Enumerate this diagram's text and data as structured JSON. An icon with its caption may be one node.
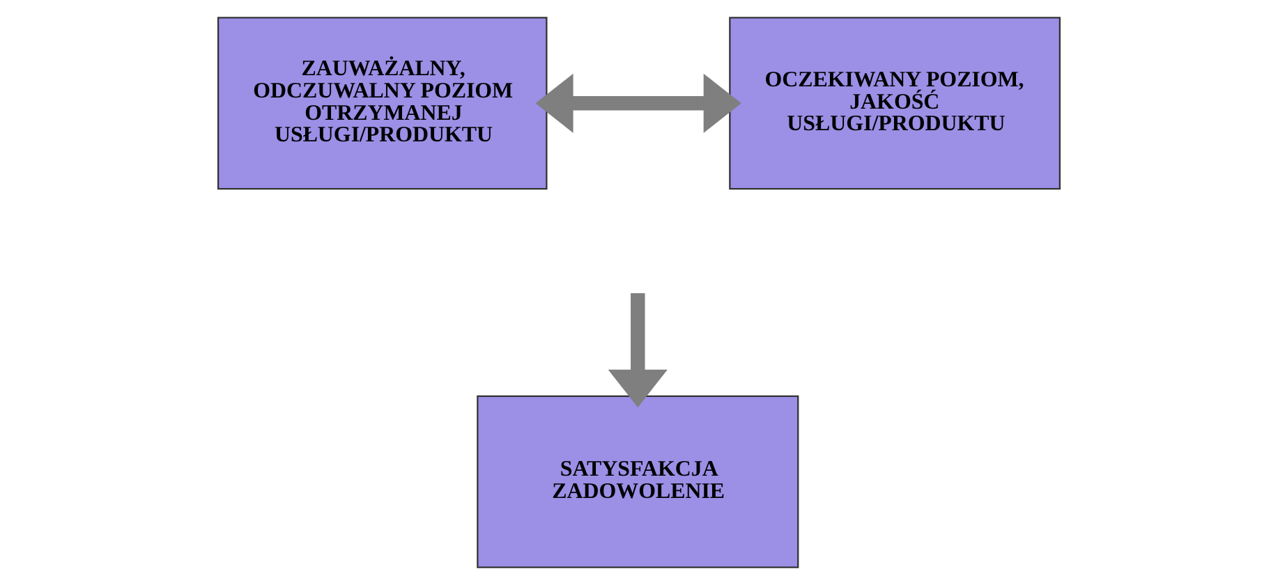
{
  "diagram": {
    "nodes": [
      {
        "text": [
          "ZAUWAŻALNY, ODCZUWALNY POZIOM OTRZYMANEJ USŁUGI/PRODUKTU"
        ]
      },
      {
        "text": [
          "OCZEKIWANY POZIOM, JAKOŚĆ USŁUGI/PRODUKTU"
        ]
      },
      {
        "text": [
          "SATYSFAKCJA ZADOWOLENIE"
        ]
      }
    ],
    "edges": [
      {
        "from": 0,
        "to": 1,
        "arrow": "both"
      },
      {
        "from": null,
        "to": 2,
        "arrow": "to"
      }
    ]
  }
}
